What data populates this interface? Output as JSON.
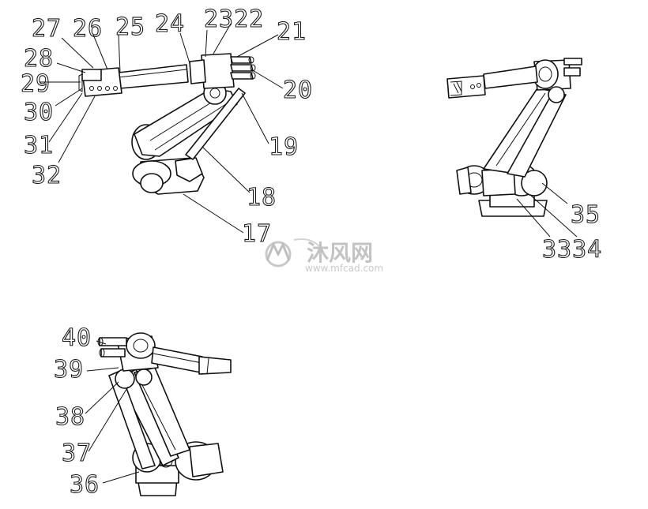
{
  "labels": {
    "n17": "17",
    "n18": "18",
    "n19": "19",
    "n20": "20",
    "n21": "21",
    "n2322": "2322",
    "n24": "24",
    "n25": "25",
    "n26": "26",
    "n27": "27",
    "n28": "28",
    "n29": "29",
    "n30": "30",
    "n31": "31",
    "n32": "32",
    "n3334": "3334",
    "n35": "35",
    "n36": "36",
    "n37": "37",
    "n38": "38",
    "n39": "39",
    "n40": "40"
  },
  "watermark": {
    "text": "沐风网",
    "url": "www.mfcad.com"
  }
}
